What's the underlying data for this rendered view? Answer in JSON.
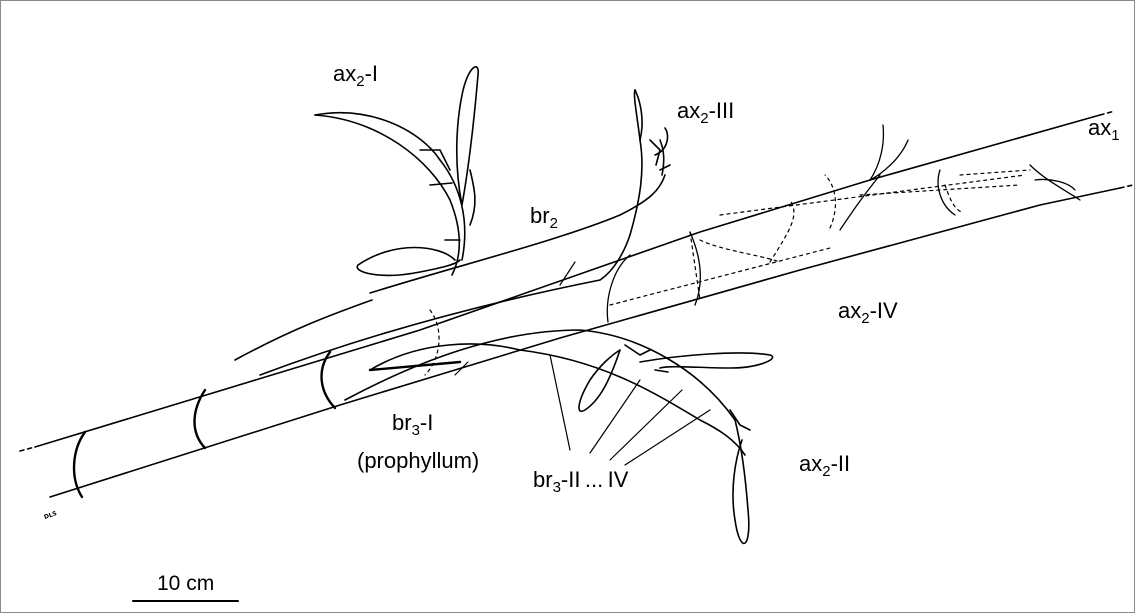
{
  "labels": {
    "ax2_I": {
      "base": "ax",
      "sub": "2",
      "suffix": "-I"
    },
    "ax2_III": {
      "base": "ax",
      "sub": "2",
      "suffix": "-III"
    },
    "ax1": {
      "base": "ax",
      "sub": "1",
      "suffix": ""
    },
    "br2": {
      "base": "br",
      "sub": "2",
      "suffix": ""
    },
    "ax2_IV": {
      "base": "ax",
      "sub": "2",
      "suffix": "-IV"
    },
    "br3_I": {
      "base": "br",
      "sub": "3",
      "suffix": "-I"
    },
    "prophyllum": "(prophyllum)",
    "br3_II_IV": {
      "base": "br",
      "sub": "3",
      "suffix": "-II ... IV"
    },
    "ax2_II": {
      "base": "ax",
      "sub": "2",
      "suffix": "-II"
    }
  },
  "scale_bar": {
    "label": "10 cm"
  },
  "artist_initials": "DLS"
}
